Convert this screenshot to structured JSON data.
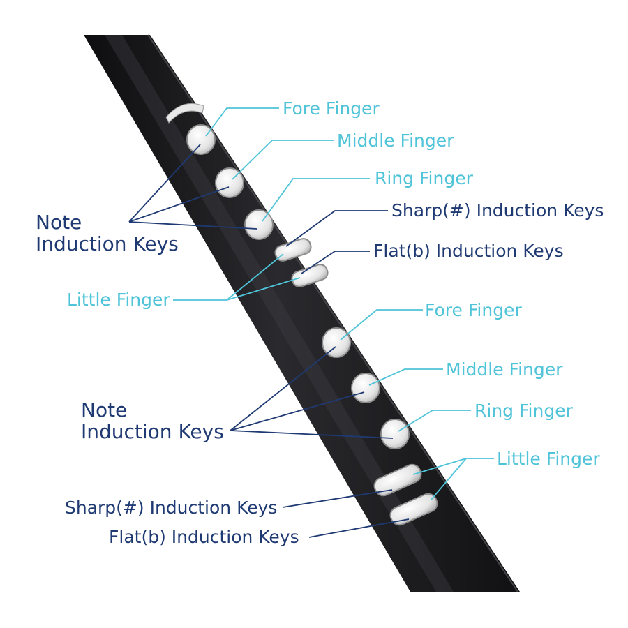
{
  "labels": {
    "top_fore": "Fore Finger",
    "top_middle": "Middle Finger",
    "top_ring": "Ring Finger",
    "top_sharp": "Sharp(#) Induction Keys",
    "top_flat": "Flat(b) Induction Keys",
    "top_note_line1": "Note",
    "top_note_line2": "Induction Keys",
    "top_little": "Little Finger",
    "bottom_fore": "Fore Finger",
    "bottom_middle": "Middle Finger",
    "bottom_ring": "Ring Finger",
    "bottom_little": "Little Finger",
    "bottom_note_line1": "Note",
    "bottom_note_line2": "Induction Keys",
    "bottom_sharp": "Sharp(#) Induction Keys",
    "bottom_flat": "Flat(b) Induction Keys"
  },
  "colors": {
    "finger_label": "#4fc3d8",
    "key_label": "#1f3a73",
    "instrument_body": "#1c1c1e"
  }
}
